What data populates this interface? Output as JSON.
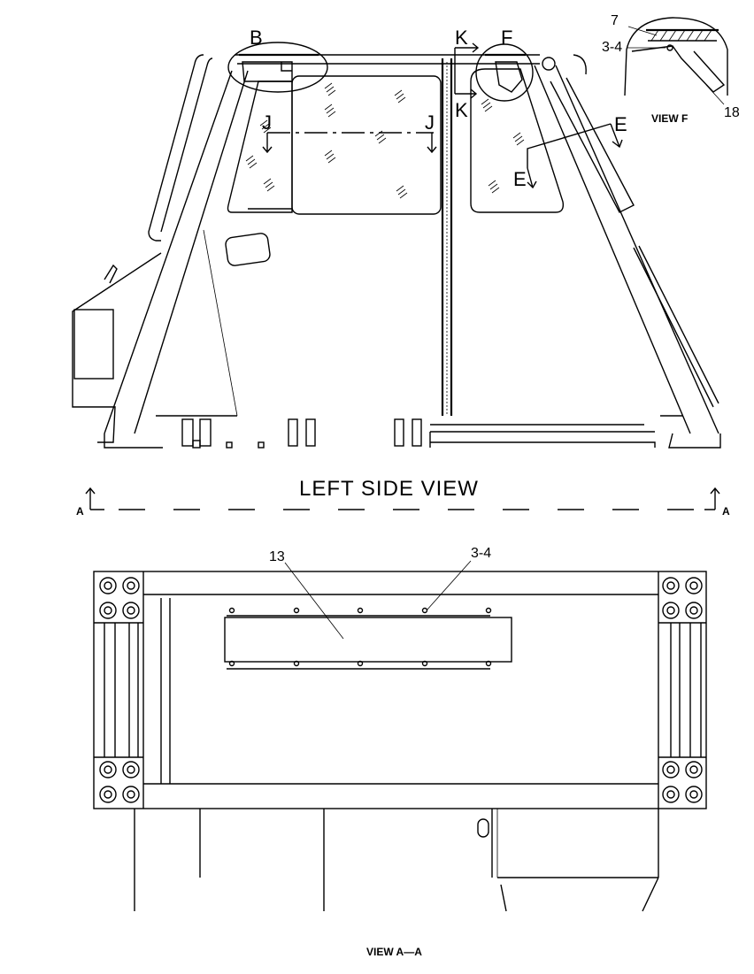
{
  "views": {
    "left_side": {
      "title": "LEFT SIDE VIEW",
      "section_mark": "A"
    },
    "section_aa": {
      "title": "VIEW A—A"
    },
    "detail_f": {
      "title": "VIEW F"
    }
  },
  "callouts": {
    "b": "B",
    "f": "F",
    "k": "K",
    "j": "J",
    "e": "E",
    "part_7": "7",
    "part_3_4": "3-4",
    "part_18": "18",
    "part_13": "13"
  }
}
